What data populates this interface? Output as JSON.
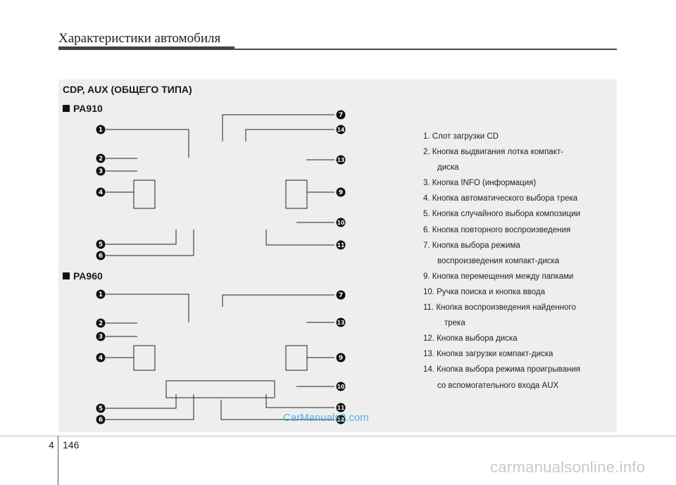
{
  "header": {
    "title": "Характеристики автомобиля"
  },
  "section": {
    "title": "CDP, AUX (ОБЩЕГО ТИПА)"
  },
  "models": {
    "pa910": "PA910",
    "pa960": "PA960"
  },
  "callouts": {
    "n1": "1",
    "n2": "2",
    "n3": "3",
    "n4": "4",
    "n5": "5",
    "n6": "6",
    "n7": "7",
    "n9": "9",
    "n10": "10",
    "n11": "11",
    "n12": "12",
    "n13": "13",
    "n14": "14"
  },
  "legend": {
    "item1": "1. Слот загрузки CD",
    "item2a": "2. Кнопка выдвигания лотка компакт-",
    "item2b": "диска",
    "item3": "3. Кнопка INFO (информация)",
    "item4": "4. Кнопка автоматического выбора трека",
    "item5": "5. Кнопка случайного выбора композиции",
    "item6": "6. Кнопка повторного воспроизведения",
    "item7a": "7. Кнопка выбора режима",
    "item7b": "воспроизведения компакт-диска",
    "item9": "9. Кнопка перемещения между папками",
    "item10": "10. Ручка поиска и кнопка ввода",
    "item11a": "11. Кнопка воспроизведения найденного",
    "item11b": "трека",
    "item12": "12. Кнопка выбора диска",
    "item13": "13. Кнопка загрузки компакт-диска",
    "item14a": "14. Кнопка выбора режима проигрывания",
    "item14b": "со вспомогательного входа AUX"
  },
  "footer": {
    "chapter": "4",
    "page": "146"
  },
  "watermarks": {
    "center": "CarManuals2.com",
    "bottom": "carmanualsonline.info"
  }
}
